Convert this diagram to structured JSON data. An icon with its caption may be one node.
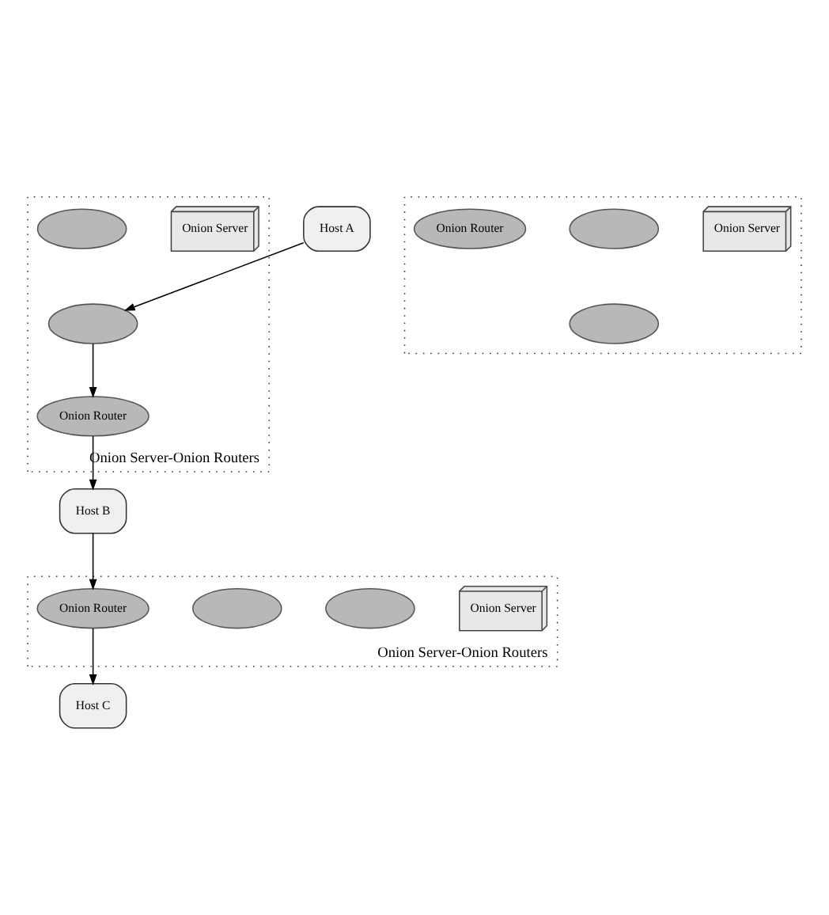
{
  "diagram": {
    "nodes": [
      {
        "text": [
          "Onion Server-Onion Routers"
        ]
      },
      {
        "text": [
          "Onion Server"
        ],
        "in": 0
      },
      {
        "text": [],
        "shape": "router",
        "in": 0
      },
      {
        "text": [
          "Host A"
        ]
      },
      {
        "text": [],
        "shape": "router",
        "in": 0
      },
      {
        "text": [
          "Onion Router"
        ],
        "in": 0
      },
      {
        "text": [
          "Onion Server-Onion Routers"
        ]
      },
      {
        "text": [
          "Onion Server"
        ],
        "in": 6
      },
      {
        "text": [],
        "shape": "router",
        "in": 6
      },
      {
        "text": [],
        "shape": "router",
        "in": 6
      },
      {
        "text": [
          "Host B"
        ]
      },
      {
        "text": [
          "Onion Router"
        ],
        "in": 6
      },
      {
        "text": [],
        "shape": "box"
      },
      {
        "text": [
          "Host C"
        ]
      },
      {
        "text": [
          "Onion Server"
        ],
        "in": 12
      },
      {
        "text": [],
        "shape": "router",
        "in": 12
      },
      {
        "text": [],
        "shape": "router",
        "in": 12
      },
      {
        "text": [
          "Onion Router"
        ],
        "in": 12
      }
    ],
    "edges": [
      {
        "from": 3,
        "to": 4,
        "arrow": "to"
      },
      {
        "from": 4,
        "to": 5,
        "arrow": "to"
      },
      {
        "from": 5,
        "to": 10,
        "arrow": "to"
      },
      {
        "from": 10,
        "to": 11,
        "arrow": "to"
      },
      {
        "from": 11,
        "to": 13,
        "arrow": "to"
      }
    ]
  }
}
